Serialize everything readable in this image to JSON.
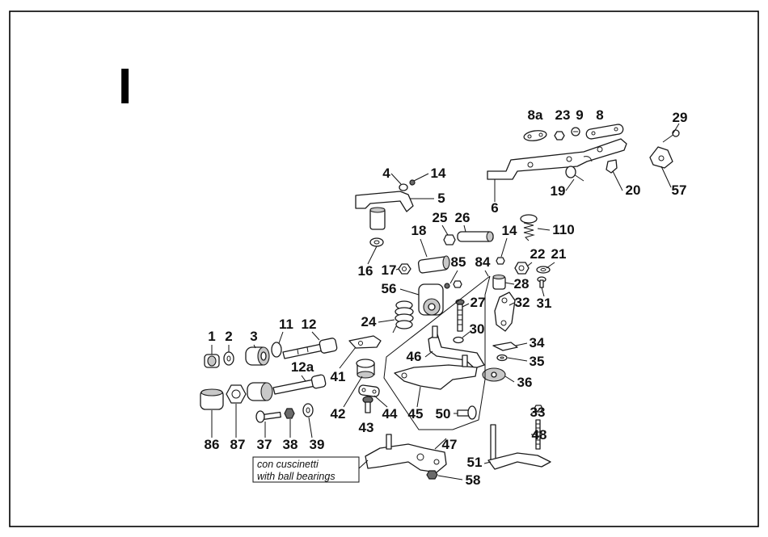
{
  "section_letter": "I",
  "part_labels": [
    "8a",
    "23",
    "9",
    "8",
    "29",
    "4",
    "14",
    "6",
    "19",
    "20",
    "57",
    "5",
    "25",
    "26",
    "14",
    "110",
    "18",
    "16",
    "17",
    "85",
    "84",
    "22",
    "21",
    "28",
    "56",
    "27",
    "32",
    "31",
    "24",
    "1",
    "2",
    "3",
    "11",
    "12",
    "30",
    "34",
    "41",
    "46",
    "35",
    "12a",
    "36",
    "42",
    "44",
    "45",
    "50",
    "43",
    "86",
    "87",
    "37",
    "38",
    "39",
    "47",
    "33",
    "48",
    "51",
    "58"
  ],
  "note": {
    "line1": "con cuscinetti",
    "line2": "with ball bearings"
  }
}
